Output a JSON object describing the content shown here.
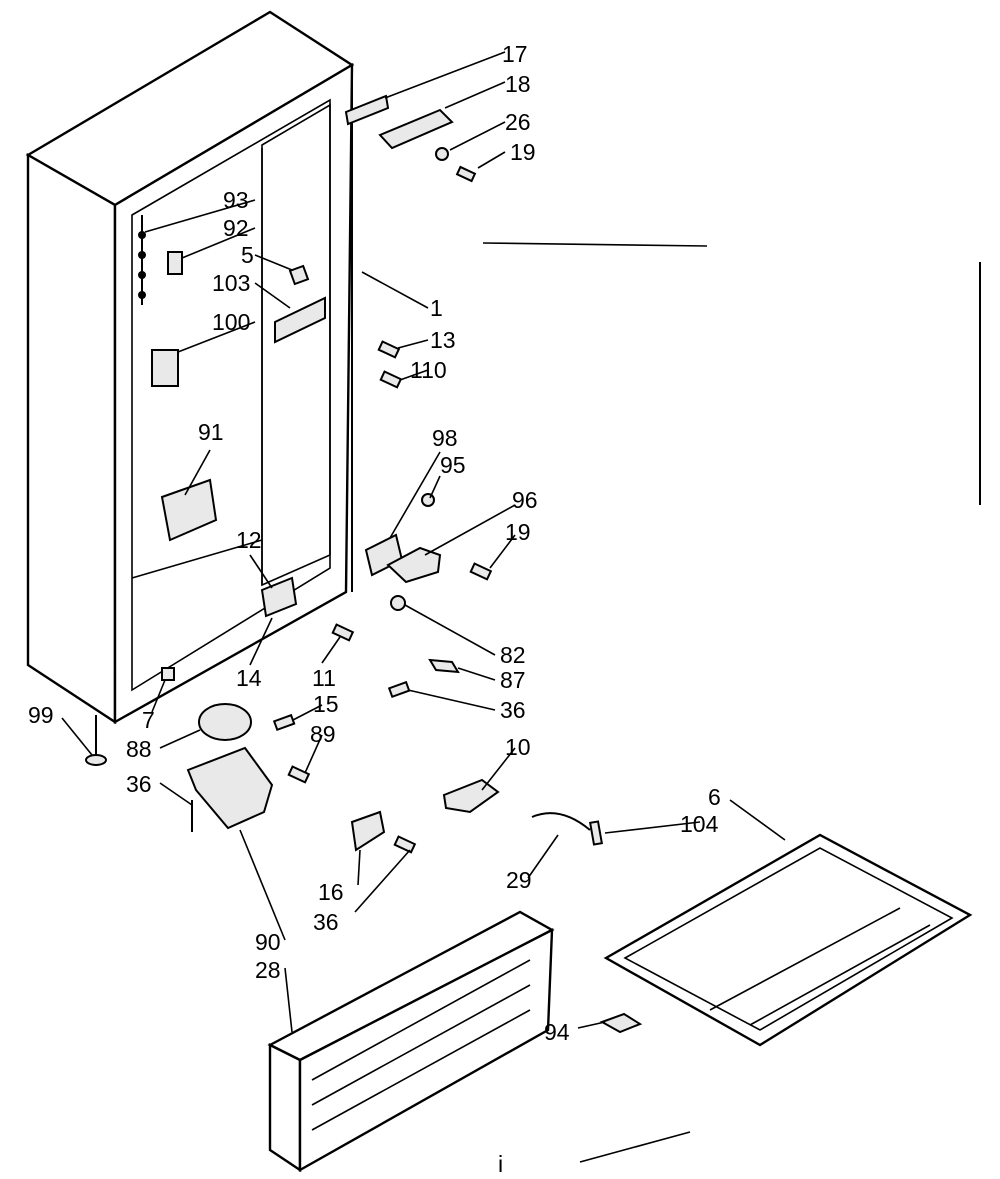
{
  "diagram": {
    "labels": {
      "l17": "17",
      "l18": "18",
      "l26": "26",
      "l19a": "19",
      "l93": "93",
      "l92": "92",
      "l5": "5",
      "l103": "103",
      "l1": "1",
      "l100": "100",
      "l13": "13",
      "l110": "110",
      "l91": "91",
      "l98": "98",
      "l95": "95",
      "l96": "96",
      "l19b": "19",
      "l12": "12",
      "l82": "82",
      "l87": "87",
      "l36a": "36",
      "l14": "14",
      "l11": "11",
      "l15": "15",
      "l89": "89",
      "l7": "7",
      "l99": "99",
      "l88": "88",
      "l36b": "36",
      "l10": "10",
      "l6": "6",
      "l104": "104",
      "l29": "29",
      "l16": "16",
      "l36c": "36",
      "l90": "90",
      "l28": "28",
      "l94": "94",
      "l_i": "i"
    }
  }
}
